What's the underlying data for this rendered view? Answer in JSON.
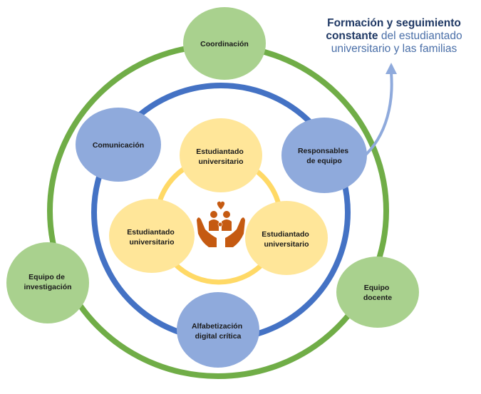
{
  "headline": {
    "bold_part": "Formación y seguimiento constante",
    "regular_part": " del estudiantado universitario y las familias"
  },
  "outer_ring_nodes": [
    {
      "lines": [
        "Coordinación"
      ]
    },
    {
      "lines": [
        "Equipo de",
        "investigación"
      ]
    },
    {
      "lines": [
        "Equipo",
        "docente"
      ]
    }
  ],
  "middle_ring_nodes": [
    {
      "lines": [
        "Comunicación"
      ]
    },
    {
      "lines": [
        "Responsables",
        "de equipo"
      ]
    },
    {
      "lines": [
        "Alfabetización",
        "digital crítica"
      ]
    }
  ],
  "inner_ring_nodes": [
    {
      "lines": [
        "Estudiantado",
        "universitario"
      ]
    },
    {
      "lines": [
        "Estudiantado",
        "universitario"
      ]
    },
    {
      "lines": [
        "Estudiantado",
        "universitario"
      ]
    }
  ],
  "center_icon": "family-in-hands-icon",
  "colors": {
    "outer_ring": "#70ad47",
    "outer_node": "#a9d18e",
    "middle_ring": "#4472c4",
    "middle_node": "#8faadc",
    "inner_ring": "#ffd966",
    "inner_node": "#ffe699",
    "icon": "#c55a11",
    "arrow": "#8faadc"
  }
}
